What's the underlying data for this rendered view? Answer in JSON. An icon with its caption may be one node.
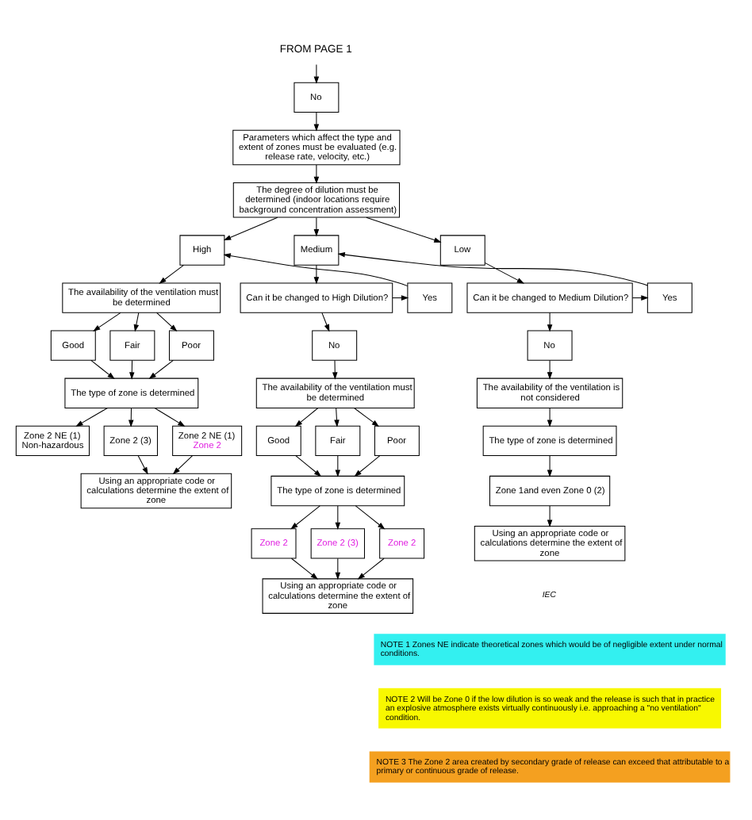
{
  "diagram": {
    "nodes": [
      {
        "text": [
          "FROM PAGE 1"
        ]
      },
      {
        "text": [
          "No"
        ]
      },
      {
        "text": [
          "Parameters which affect the type and extent of zones must be evaluated (e.g. release rate, velocity, etc.)"
        ]
      },
      {
        "text": [
          "The degree of dilution must be determined (indoor locations require background concentration assessment)"
        ]
      },
      {
        "text": [
          "High"
        ]
      },
      {
        "text": [
          "Medium"
        ]
      },
      {
        "text": [
          "Low"
        ]
      },
      {
        "text": [
          "Can it be changed to High Dilution?"
        ]
      },
      {
        "text": [
          "Yes"
        ]
      },
      {
        "text": [
          "Can it be changed to Medium Dilution?"
        ]
      },
      {
        "text": [
          "Yes"
        ]
      },
      {
        "text": [
          "No"
        ]
      },
      {
        "text": [
          "No"
        ]
      },
      {
        "text": [
          "The availability of the ventilation must be determined"
        ]
      },
      {
        "text": [
          "The availability of the ventilation must be determined"
        ]
      },
      {
        "text": [
          "The availability of the ventilation is not considered"
        ]
      },
      {
        "text": [
          "Good"
        ]
      },
      {
        "text": [
          "Fair"
        ]
      },
      {
        "text": [
          "Poor"
        ]
      },
      {
        "text": [
          "Good"
        ]
      },
      {
        "text": [
          "Fair"
        ]
      },
      {
        "text": [
          "Poor"
        ]
      },
      {
        "text": [
          "The type of zone is determined"
        ]
      },
      {
        "text": [
          "The type of zone is determined"
        ]
      },
      {
        "text": [
          "The type of zone is determined"
        ]
      },
      {
        "text": [
          "Zone 2 NE (1)",
          "Non-hazardous"
        ]
      },
      {
        "text": [
          "Zone 2 (3)"
        ]
      },
      {
        "text": [
          "Zone 2 NE (1)",
          "Zone 2"
        ]
      },
      {
        "text": [
          "Zone 2"
        ]
      },
      {
        "text": [
          "Zone 2 (3)"
        ]
      },
      {
        "text": [
          "Zone 2"
        ]
      },
      {
        "text": [
          "Zone 1and even Zone 0 (2)"
        ]
      },
      {
        "text": [
          "Using an appropriate code or calculations determine the extent of zone"
        ]
      },
      {
        "text": [
          "Using an appropriate code or calculations determine the extent of zone"
        ]
      },
      {
        "text": [
          "Using an appropriate code or calculations determine the extent of zone"
        ]
      }
    ],
    "edges": [
      {
        "from": 0,
        "to": 1,
        "arrow": "to"
      },
      {
        "from": 1,
        "to": 2,
        "arrow": "to"
      },
      {
        "from": 2,
        "to": 3,
        "arrow": "to"
      },
      {
        "from": 3,
        "to": 4,
        "arrow": "to"
      },
      {
        "from": 3,
        "to": 5,
        "arrow": "to"
      },
      {
        "from": 3,
        "to": 6,
        "arrow": "to"
      },
      {
        "from": 5,
        "to": 7,
        "arrow": "to"
      },
      {
        "from": 7,
        "to": 8,
        "arrow": "to"
      },
      {
        "from": 8,
        "to": 4,
        "arrow": "to"
      },
      {
        "from": 6,
        "to": 9,
        "arrow": "to"
      },
      {
        "from": 9,
        "to": 10,
        "arrow": "to"
      },
      {
        "from": 10,
        "to": 5,
        "arrow": "to"
      },
      {
        "from": 7,
        "to": 11,
        "arrow": "to"
      },
      {
        "from": 9,
        "to": 12,
        "arrow": "to"
      },
      {
        "from": 4,
        "to": 13,
        "arrow": "to"
      },
      {
        "from": 11,
        "to": 14,
        "arrow": "to"
      },
      {
        "from": 12,
        "to": 15,
        "arrow": "to"
      },
      {
        "from": 13,
        "to": 16,
        "arrow": "to"
      },
      {
        "from": 13,
        "to": 17,
        "arrow": "to"
      },
      {
        "from": 13,
        "to": 18,
        "arrow": "to"
      },
      {
        "from": 16,
        "to": 22,
        "arrow": "to"
      },
      {
        "from": 17,
        "to": 22,
        "arrow": "to"
      },
      {
        "from": 18,
        "to": 22,
        "arrow": "to"
      },
      {
        "from": 14,
        "to": 19,
        "arrow": "to"
      },
      {
        "from": 14,
        "to": 20,
        "arrow": "to"
      },
      {
        "from": 14,
        "to": 21,
        "arrow": "to"
      },
      {
        "from": 19,
        "to": 23,
        "arrow": "to"
      },
      {
        "from": 20,
        "to": 23,
        "arrow": "to"
      },
      {
        "from": 21,
        "to": 23,
        "arrow": "to"
      },
      {
        "from": 15,
        "to": 24,
        "arrow": "to"
      },
      {
        "from": 22,
        "to": 25,
        "arrow": "to"
      },
      {
        "from": 22,
        "to": 27,
        "arrow": "to"
      },
      {
        "from": 22,
        "to": 26,
        "arrow": "to"
      },
      {
        "from": 27,
        "to": 32,
        "arrow": "to"
      },
      {
        "from": 26,
        "to": 32,
        "arrow": "to"
      },
      {
        "from": 23,
        "to": 28,
        "arrow": "to"
      },
      {
        "from": 23,
        "to": 30,
        "arrow": "to"
      },
      {
        "from": 23,
        "to": 29,
        "arrow": "to"
      },
      {
        "from": 28,
        "to": 33,
        "arrow": "to"
      },
      {
        "from": 30,
        "to": 33,
        "arrow": "to"
      },
      {
        "from": 29,
        "to": 33,
        "arrow": "to"
      },
      {
        "from": 24,
        "to": 31,
        "arrow": "to"
      },
      {
        "from": 31,
        "to": 34,
        "arrow": "to"
      }
    ],
    "labels": [
      "IEC",
      "NOTE 1 Zones NE indicate theoretical zones which would be of negligible extent under normal conditions.",
      "NOTE 2 Will be Zone 0 if the low dilution is so weak and the release is such that in practice an explosive atmosphere exists virtually continuously i.e. approaching a \"no ventilation\" condition.",
      "NOTE 3 The Zone 2 area created by secondary grade of release can exceed that attributable to a primary or continuous grade of release."
    ]
  }
}
